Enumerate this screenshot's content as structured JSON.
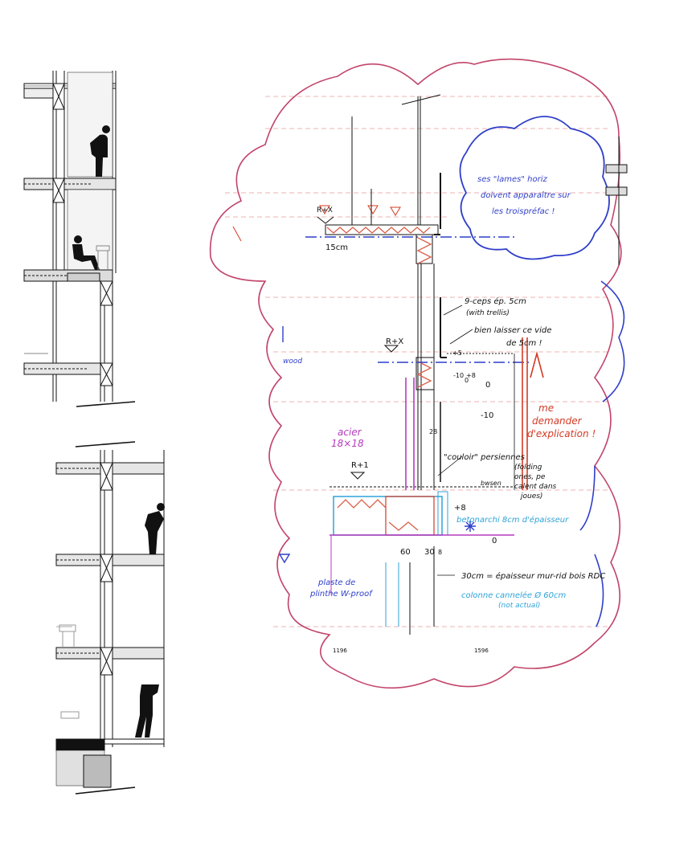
{
  "colors": {
    "ink": "#111111",
    "cloud": "#c2446a",
    "blue": "#2f3fc9",
    "cyan": "#2fa3d8",
    "red": "#d33a24",
    "magenta": "#b53bbf",
    "hatch": "#d9604a",
    "grid_red": "#e79a9a"
  },
  "left_sections": {
    "upper": {
      "figures": [
        "standing-person",
        "seated-person"
      ]
    },
    "lower": {
      "figures": [
        "leaning-person",
        "stretching-person"
      ]
    }
  },
  "sketch": {
    "levels": {
      "top": "R+X",
      "middle": "R+X",
      "lower": "R+1"
    },
    "dims": {
      "slab": "15cm",
      "d60": "60",
      "d30": "30",
      "d8": "8",
      "m10": "-10",
      "m10b": "-10",
      "p8": "+8",
      "p8b": "+8",
      "p5": "+5",
      "zero": "0",
      "zero_b": "0",
      "zero_c": "0",
      "d28": "28"
    },
    "notes": {
      "gaps": "9-ceps ép. 5cm",
      "gaps2": "(with trellis)",
      "void": "bien laisser ce vide",
      "void2": "de 5cm !",
      "couloir": "\"couloir\" persiennes",
      "couloir2": "(folding",
      "couloir3": "ones, pe",
      "couloir4": "calent dans",
      "couloir5": "joues)",
      "beton": "betonarchi 8cm d'épaisseur",
      "mur": "30cm = épaisseur mur-rid bois RDC",
      "colonne": "colonne cannelée Ø 60cm",
      "colonne2": "(not actual)",
      "plinthe": "plaste de",
      "plinthe2": "plinthe W-proof",
      "acier": "acier",
      "acier_dim": "18×18",
      "bulle1": "ses \"lames\" horiz",
      "bulle2": "doivent apparaître sur",
      "bulle3": "les troispréfac !",
      "demander1": "me",
      "demander2": "demander",
      "demander3": "d'explication !",
      "wood": "wood",
      "bwin": "bwsen"
    },
    "frame_numbers": {
      "left": "1196",
      "right": "1596"
    }
  }
}
